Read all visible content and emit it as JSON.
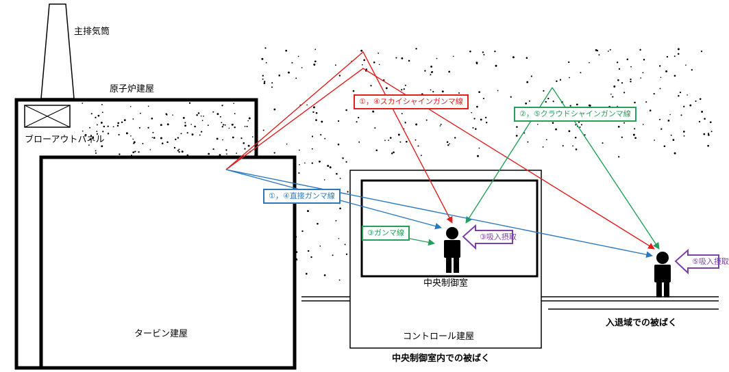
{
  "labels": {
    "main_stack": "主排気筒",
    "reactor_building": "原子炉建屋",
    "blowout_panel": "ブローアウトパネル",
    "turbine_building": "タービン建屋",
    "control_building": "コントロール建屋",
    "main_control_room": "中央制御室",
    "exposure_in_mcr": "中央制御室内での被ばく",
    "exposure_in_access_area": "入退域での被ばく"
  },
  "pathways": {
    "skyshine": "①，④スカイシャインガンマ線",
    "cloudshine": "②，⑤クラウドシャインガンマ線",
    "direct": "①，④直接ガンマ線",
    "gamma_room": "③ガンマ線",
    "inhalation_room": "③吸入摂取",
    "inhalation_access": "⑤吸入摂取"
  },
  "colors": {
    "skyshine": "#e02020",
    "cloudshine": "#22a05a",
    "direct": "#2a78c0",
    "inhalation": "#7a3fa8",
    "structure": "#000000"
  }
}
